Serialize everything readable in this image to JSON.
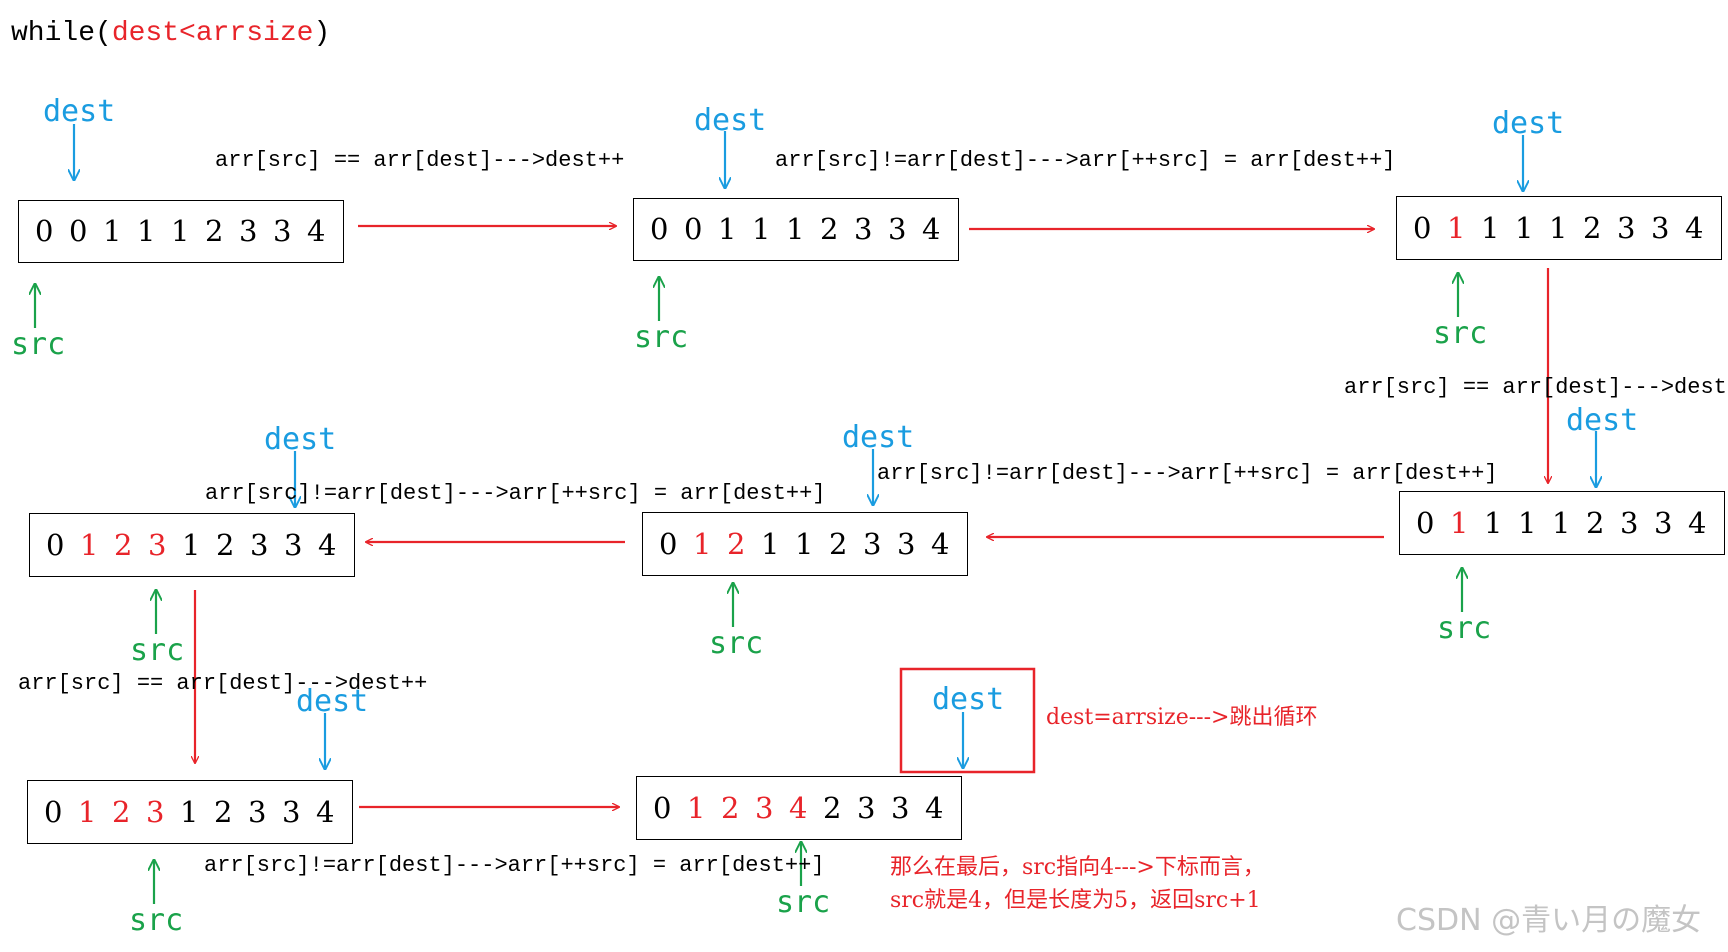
{
  "title": {
    "prefix": "while(",
    "condition": "dest<arrsize",
    "suffix": ")"
  },
  "labels": {
    "dest": "dest",
    "src": "src"
  },
  "ops": {
    "equal": "arr[src] == arr[dest]--->dest++",
    "not_equal": "arr[src]!=arr[dest]--->arr[++src] = arr[dest++]"
  },
  "arrays": [
    {
      "values": [
        "0",
        "0",
        "1",
        "1",
        "1",
        "2",
        "3",
        "3",
        "4"
      ],
      "red": []
    },
    {
      "values": [
        "0",
        "0",
        "1",
        "1",
        "1",
        "2",
        "3",
        "3",
        "4"
      ],
      "red": []
    },
    {
      "values": [
        "0",
        "1",
        "1",
        "1",
        "1",
        "2",
        "3",
        "3",
        "4"
      ],
      "red": [
        1
      ]
    },
    {
      "values": [
        "0",
        "1",
        "1",
        "1",
        "1",
        "2",
        "3",
        "3",
        "4"
      ],
      "red": [
        1
      ]
    },
    {
      "values": [
        "0",
        "1",
        "2",
        "1",
        "1",
        "2",
        "3",
        "3",
        "4"
      ],
      "red": [
        1,
        2
      ]
    },
    {
      "values": [
        "0",
        "1",
        "2",
        "3",
        "1",
        "2",
        "3",
        "3",
        "4"
      ],
      "red": [
        1,
        2,
        3
      ]
    },
    {
      "values": [
        "0",
        "1",
        "2",
        "3",
        "1",
        "2",
        "3",
        "3",
        "4"
      ],
      "red": [
        1,
        2,
        3
      ]
    },
    {
      "values": [
        "0",
        "1",
        "2",
        "3",
        "4",
        "2",
        "3",
        "3",
        "4"
      ],
      "red": [
        1,
        2,
        3,
        4
      ]
    }
  ],
  "notes": {
    "exit": "dest=arrsize--->跳出循环",
    "final_line1": "那么在最后，src指向4--->下标而言，",
    "final_line2": "src就是4，但是长度为5，返回src+1"
  },
  "watermark": "CSDN @青い月の魔女",
  "colors": {
    "red": "#e8242a",
    "blue": "#1a9ce0",
    "green": "#1aa24a",
    "black": "#000000"
  }
}
